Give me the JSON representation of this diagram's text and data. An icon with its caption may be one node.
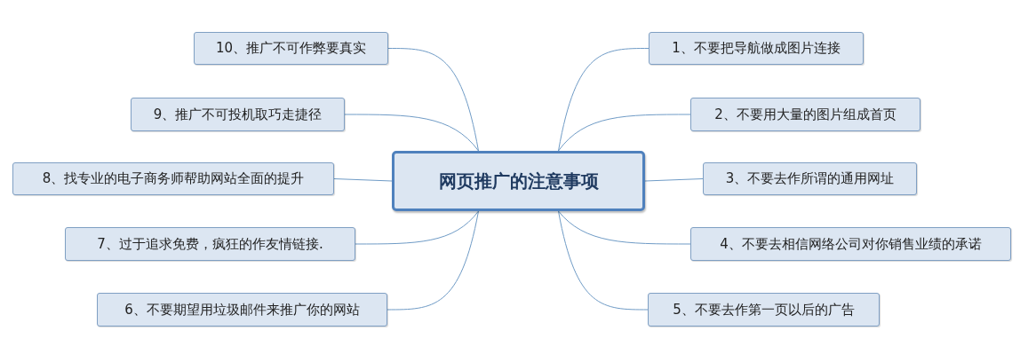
{
  "diagram": {
    "nodes": [
      {
        "text": [
          "网页推广的注意事项"
        ]
      },
      {
        "text": [
          "1、不要把导航做成图片连接"
        ]
      },
      {
        "text": [
          "2、不要用大量的图片组成首页"
        ]
      },
      {
        "text": [
          "3、不要去作所谓的通用网址"
        ]
      },
      {
        "text": [
          "4、不要去相信网络公司对你销售业绩的承诺"
        ]
      },
      {
        "text": [
          "5、不要去作第一页以后的广告"
        ]
      },
      {
        "text": [
          "6、不要期望用垃圾邮件来推广你的网站"
        ]
      },
      {
        "text": [
          "7、过于追求免费，疯狂的作友情链接."
        ]
      },
      {
        "text": [
          "8、找专业的电子商务师帮助网站全面的提升"
        ]
      },
      {
        "text": [
          "9、推广不可投机取巧走捷径"
        ]
      },
      {
        "text": [
          "10、推广不可作弊要真实"
        ]
      }
    ],
    "edges": [
      {
        "from": 0,
        "to": 1,
        "arrow": "none"
      },
      {
        "from": 0,
        "to": 2,
        "arrow": "none"
      },
      {
        "from": 0,
        "to": 3,
        "arrow": "none"
      },
      {
        "from": 0,
        "to": 4,
        "arrow": "none"
      },
      {
        "from": 0,
        "to": 5,
        "arrow": "none"
      },
      {
        "from": 0,
        "to": 6,
        "arrow": "none"
      },
      {
        "from": 0,
        "to": 7,
        "arrow": "none"
      },
      {
        "from": 0,
        "to": 8,
        "arrow": "none"
      },
      {
        "from": 0,
        "to": 9,
        "arrow": "none"
      },
      {
        "from": 0,
        "to": 10,
        "arrow": "none"
      }
    ]
  }
}
